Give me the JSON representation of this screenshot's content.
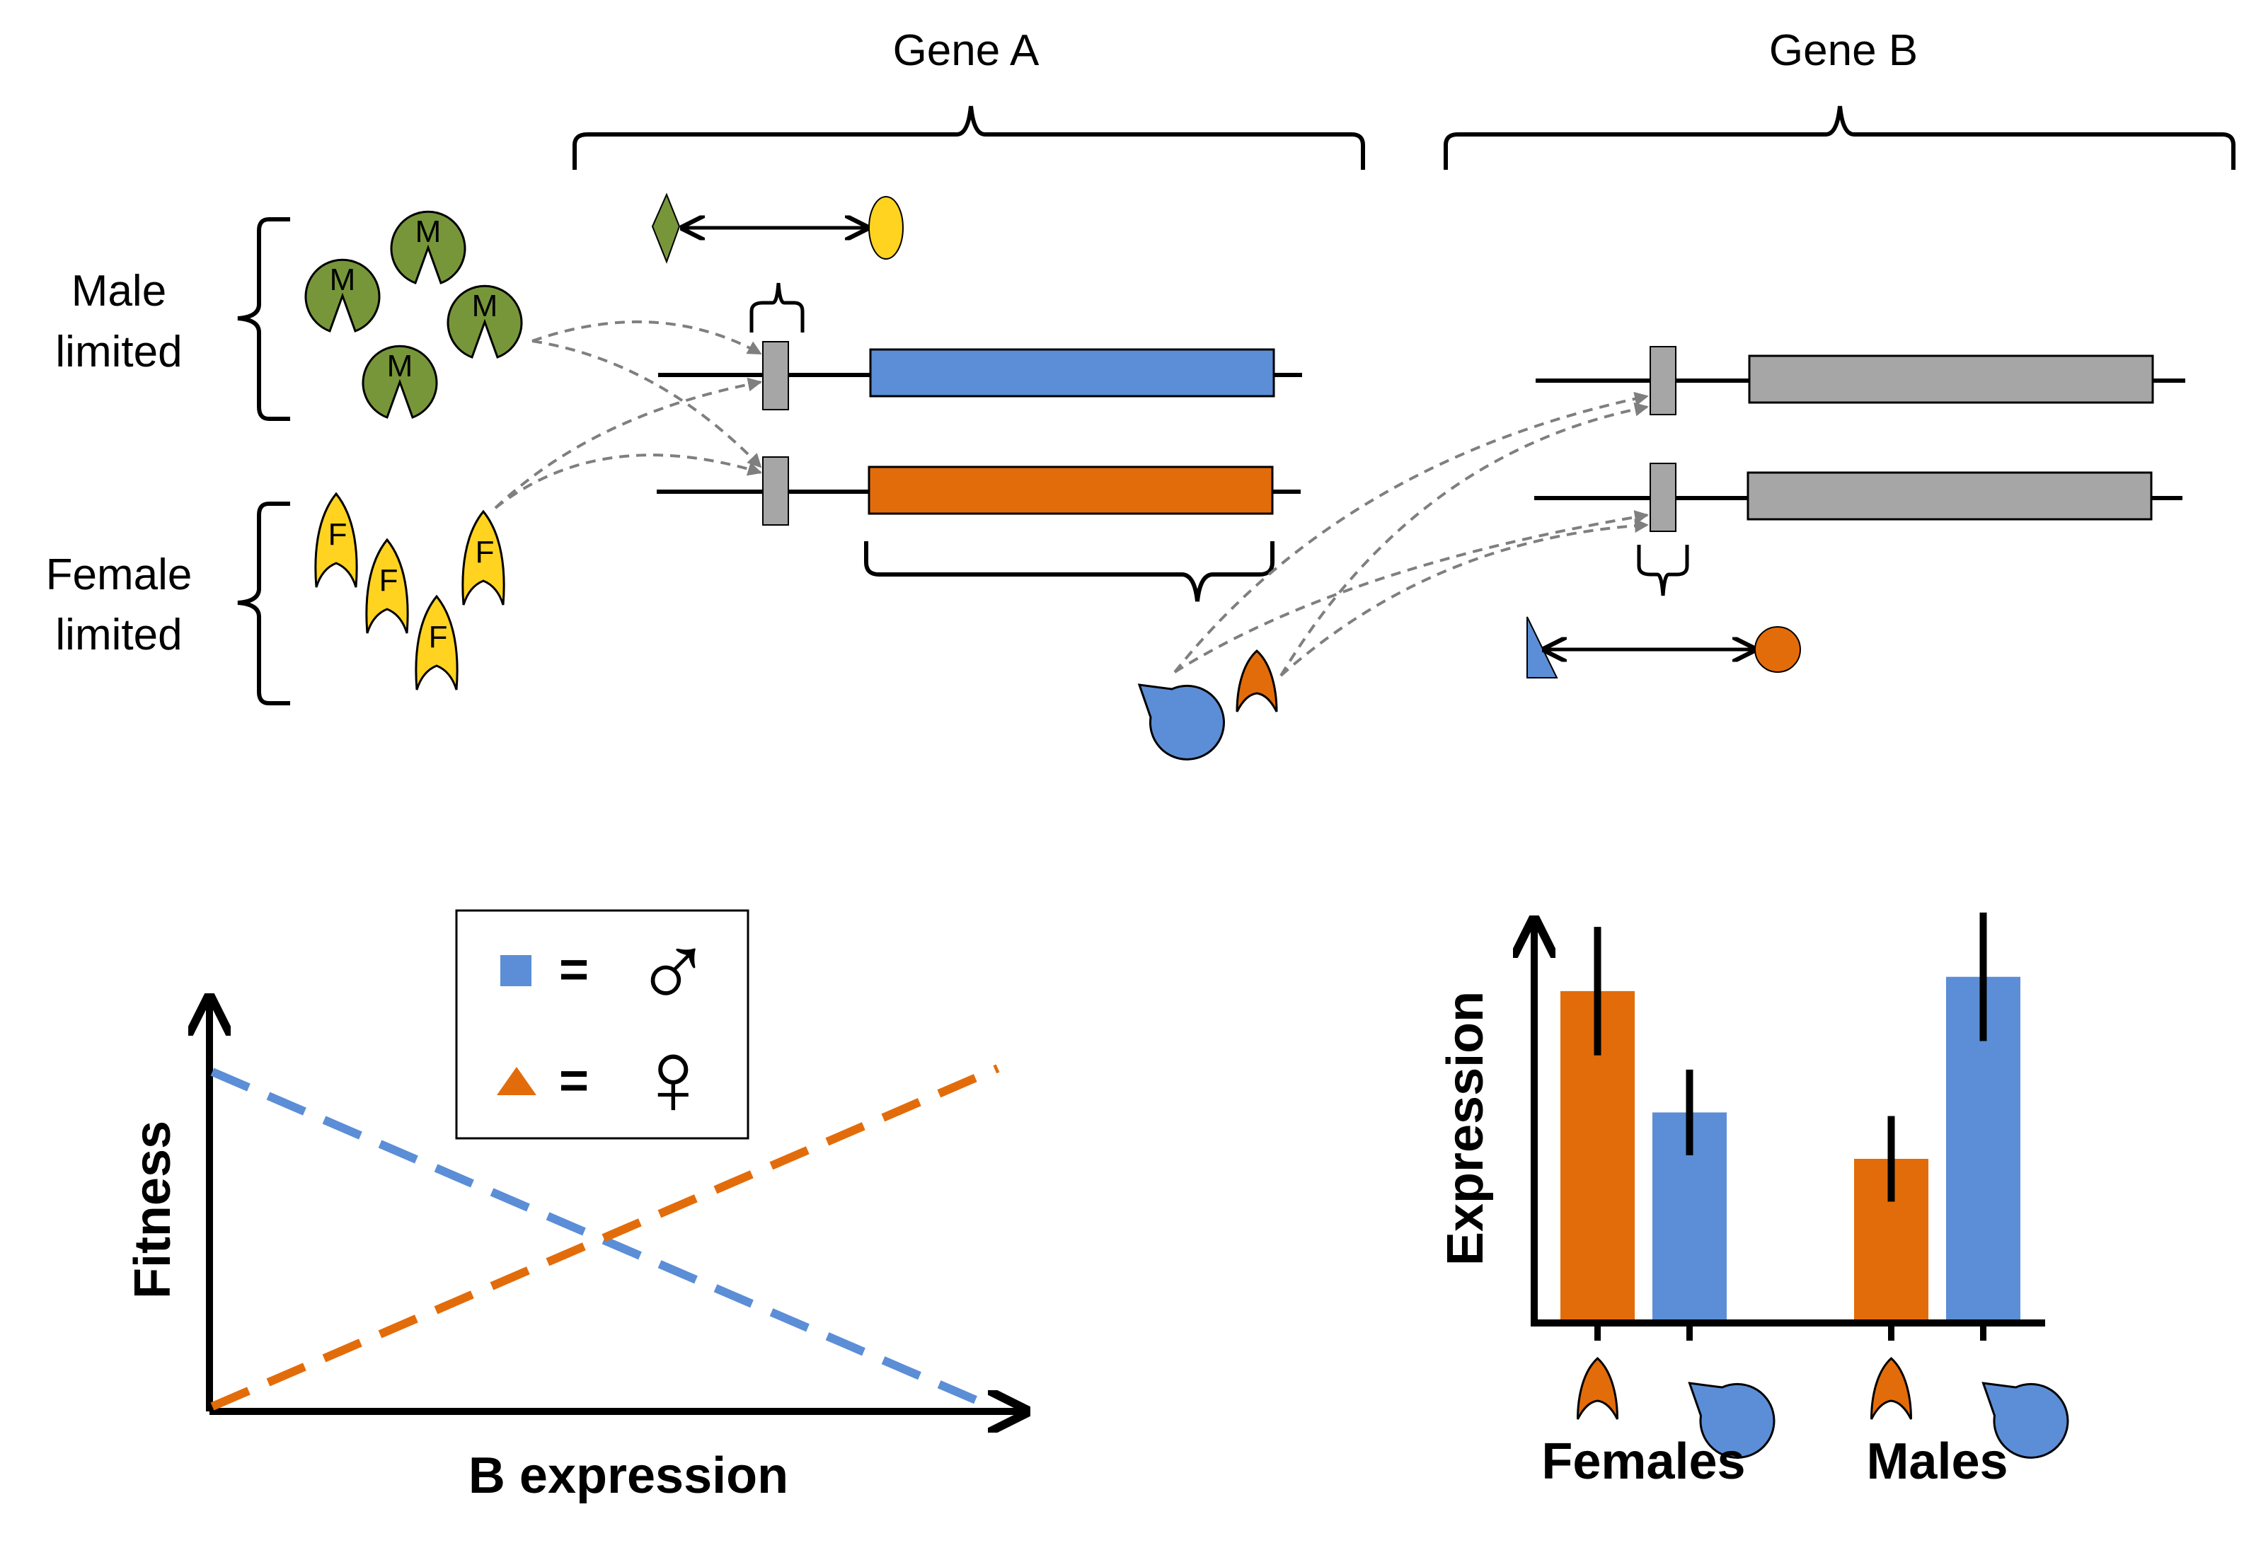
{
  "colors": {
    "male_green": "#77963A",
    "female_yellow": "#FFD320",
    "blue": "#5B8ED6",
    "orange": "#E36C0A",
    "gray": "#A6A6A6",
    "connector_gray": "#7F7F7F"
  },
  "genes": {
    "gene_a_label": "Gene A",
    "gene_b_label": "Gene B"
  },
  "factors": {
    "male_label_line1": "Male",
    "male_label_line2": "limited",
    "female_label_line1": "Female",
    "female_label_line2": "limited",
    "male_motif_letter": "M",
    "female_motif_letter": "F"
  },
  "legend": {
    "male_equals": "=",
    "female_equals": "=",
    "male_symbol": "♂",
    "female_symbol": "♀"
  },
  "fitness_plot": {
    "ylabel": "Fitness",
    "xlabel": "B expression"
  },
  "chart_data": {
    "type": "bar",
    "ylabel": "Expression",
    "categories": [
      "Females",
      "Males"
    ],
    "series": [
      {
        "values": [
          0.92,
          0.45
        ],
        "errors": [
          0.18,
          0.12
        ]
      },
      {
        "values": [
          0.58,
          0.96
        ],
        "errors": [
          0.12,
          0.18
        ]
      }
    ],
    "series_colors": [
      "#E36C0A",
      "#5B8ED6"
    ],
    "series_icons": [
      "orange-hood-motif-icon",
      "blue-pacman-motif-icon"
    ],
    "ylim": [
      0,
      1.12
    ],
    "grid": false,
    "legend": "none"
  }
}
